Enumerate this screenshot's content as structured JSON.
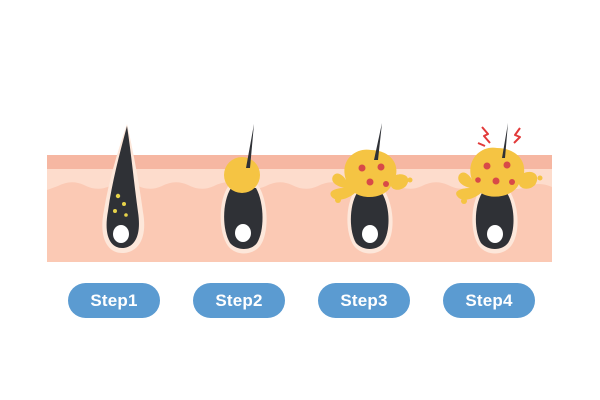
{
  "steps": [
    {
      "label": "Step1"
    },
    {
      "label": "Step2"
    },
    {
      "label": "Step3"
    },
    {
      "label": "Step4"
    }
  ],
  "colors": {
    "skin_surface": "#f7b8a3",
    "skin_upper": "#fcd4c2",
    "skin_lower": "#fbc7b2",
    "follicle_dark": "#2f3136",
    "follicle_outline": "#fde9de",
    "sebum": "#f5c443",
    "sebum_light": "#f7d66a",
    "bacteria": "#d84a48",
    "irritation": "#e23a3a",
    "badge": "#5b9bd1",
    "badge_text": "#ffffff"
  }
}
